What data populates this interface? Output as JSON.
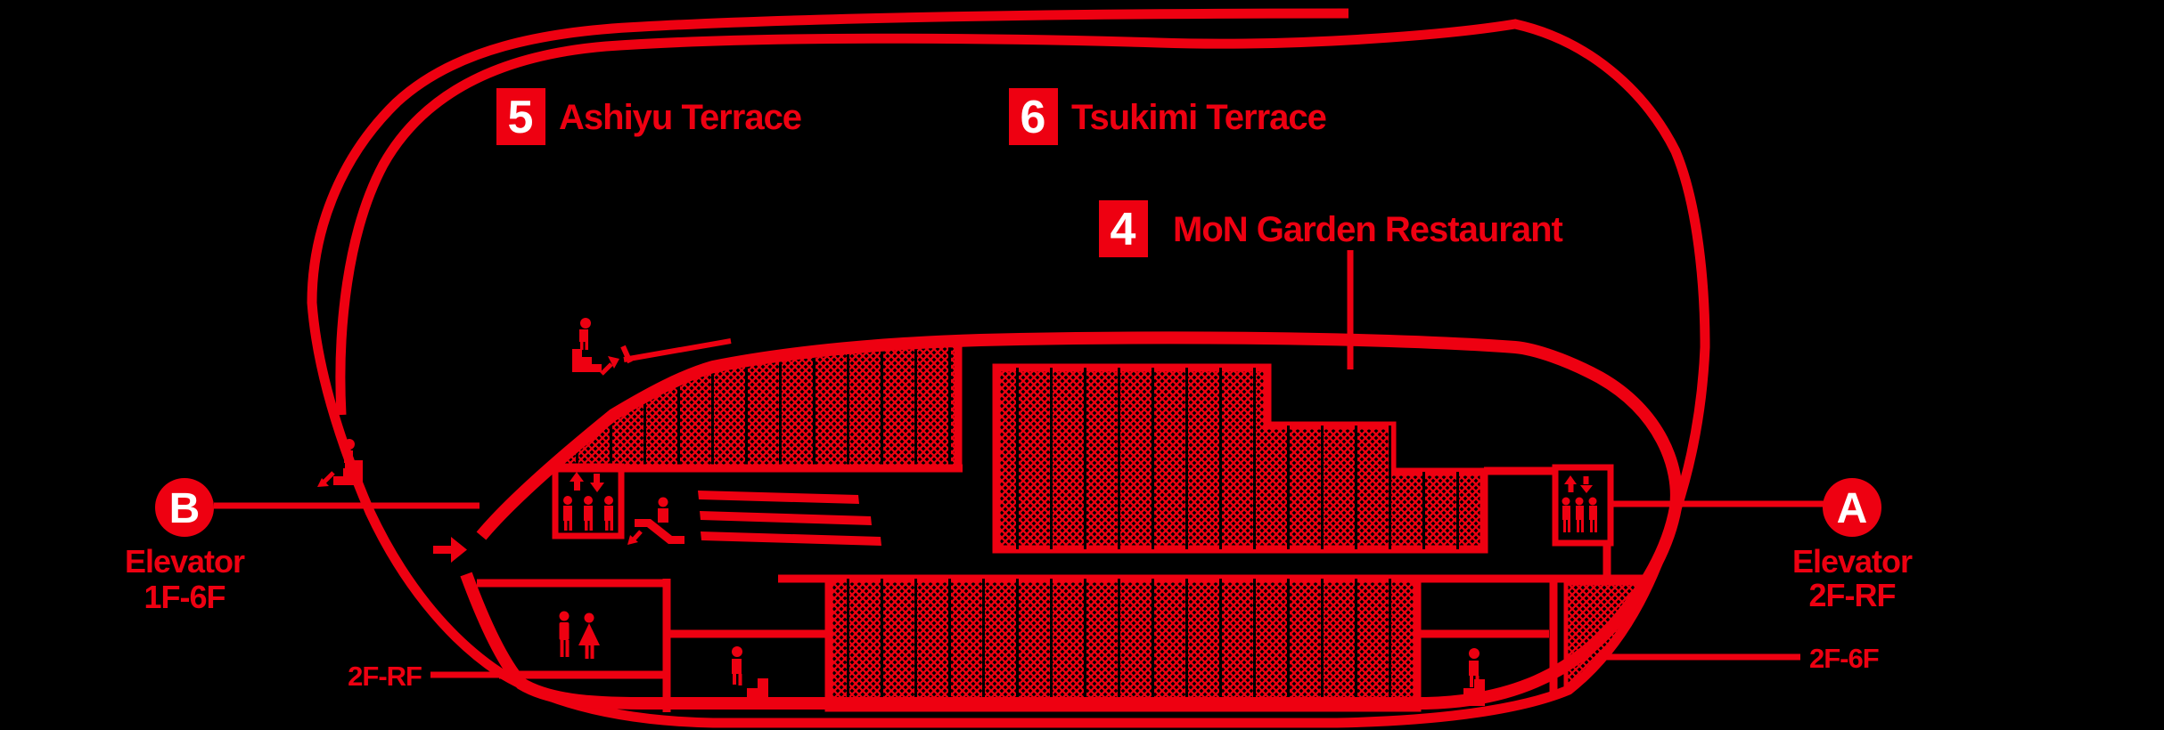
{
  "map": {
    "colors": {
      "red": "#ee0011",
      "background": "#000000",
      "label_text_on_red": "#ffffff"
    },
    "pois": [
      {
        "num": "5",
        "name": "Ashiyu Terrace"
      },
      {
        "num": "6",
        "name": "Tsukimi Terrace"
      },
      {
        "num": "4",
        "name": "MoN Garden Restaurant"
      }
    ],
    "elevator_b": {
      "id": "B",
      "label": "Elevator",
      "floors": "1F-6F"
    },
    "elevator_a": {
      "id": "A",
      "label": "Elevator",
      "floors": "2F-RF"
    },
    "stairs_left_label": "2F-RF",
    "stairs_right_label": "2F-6F"
  }
}
